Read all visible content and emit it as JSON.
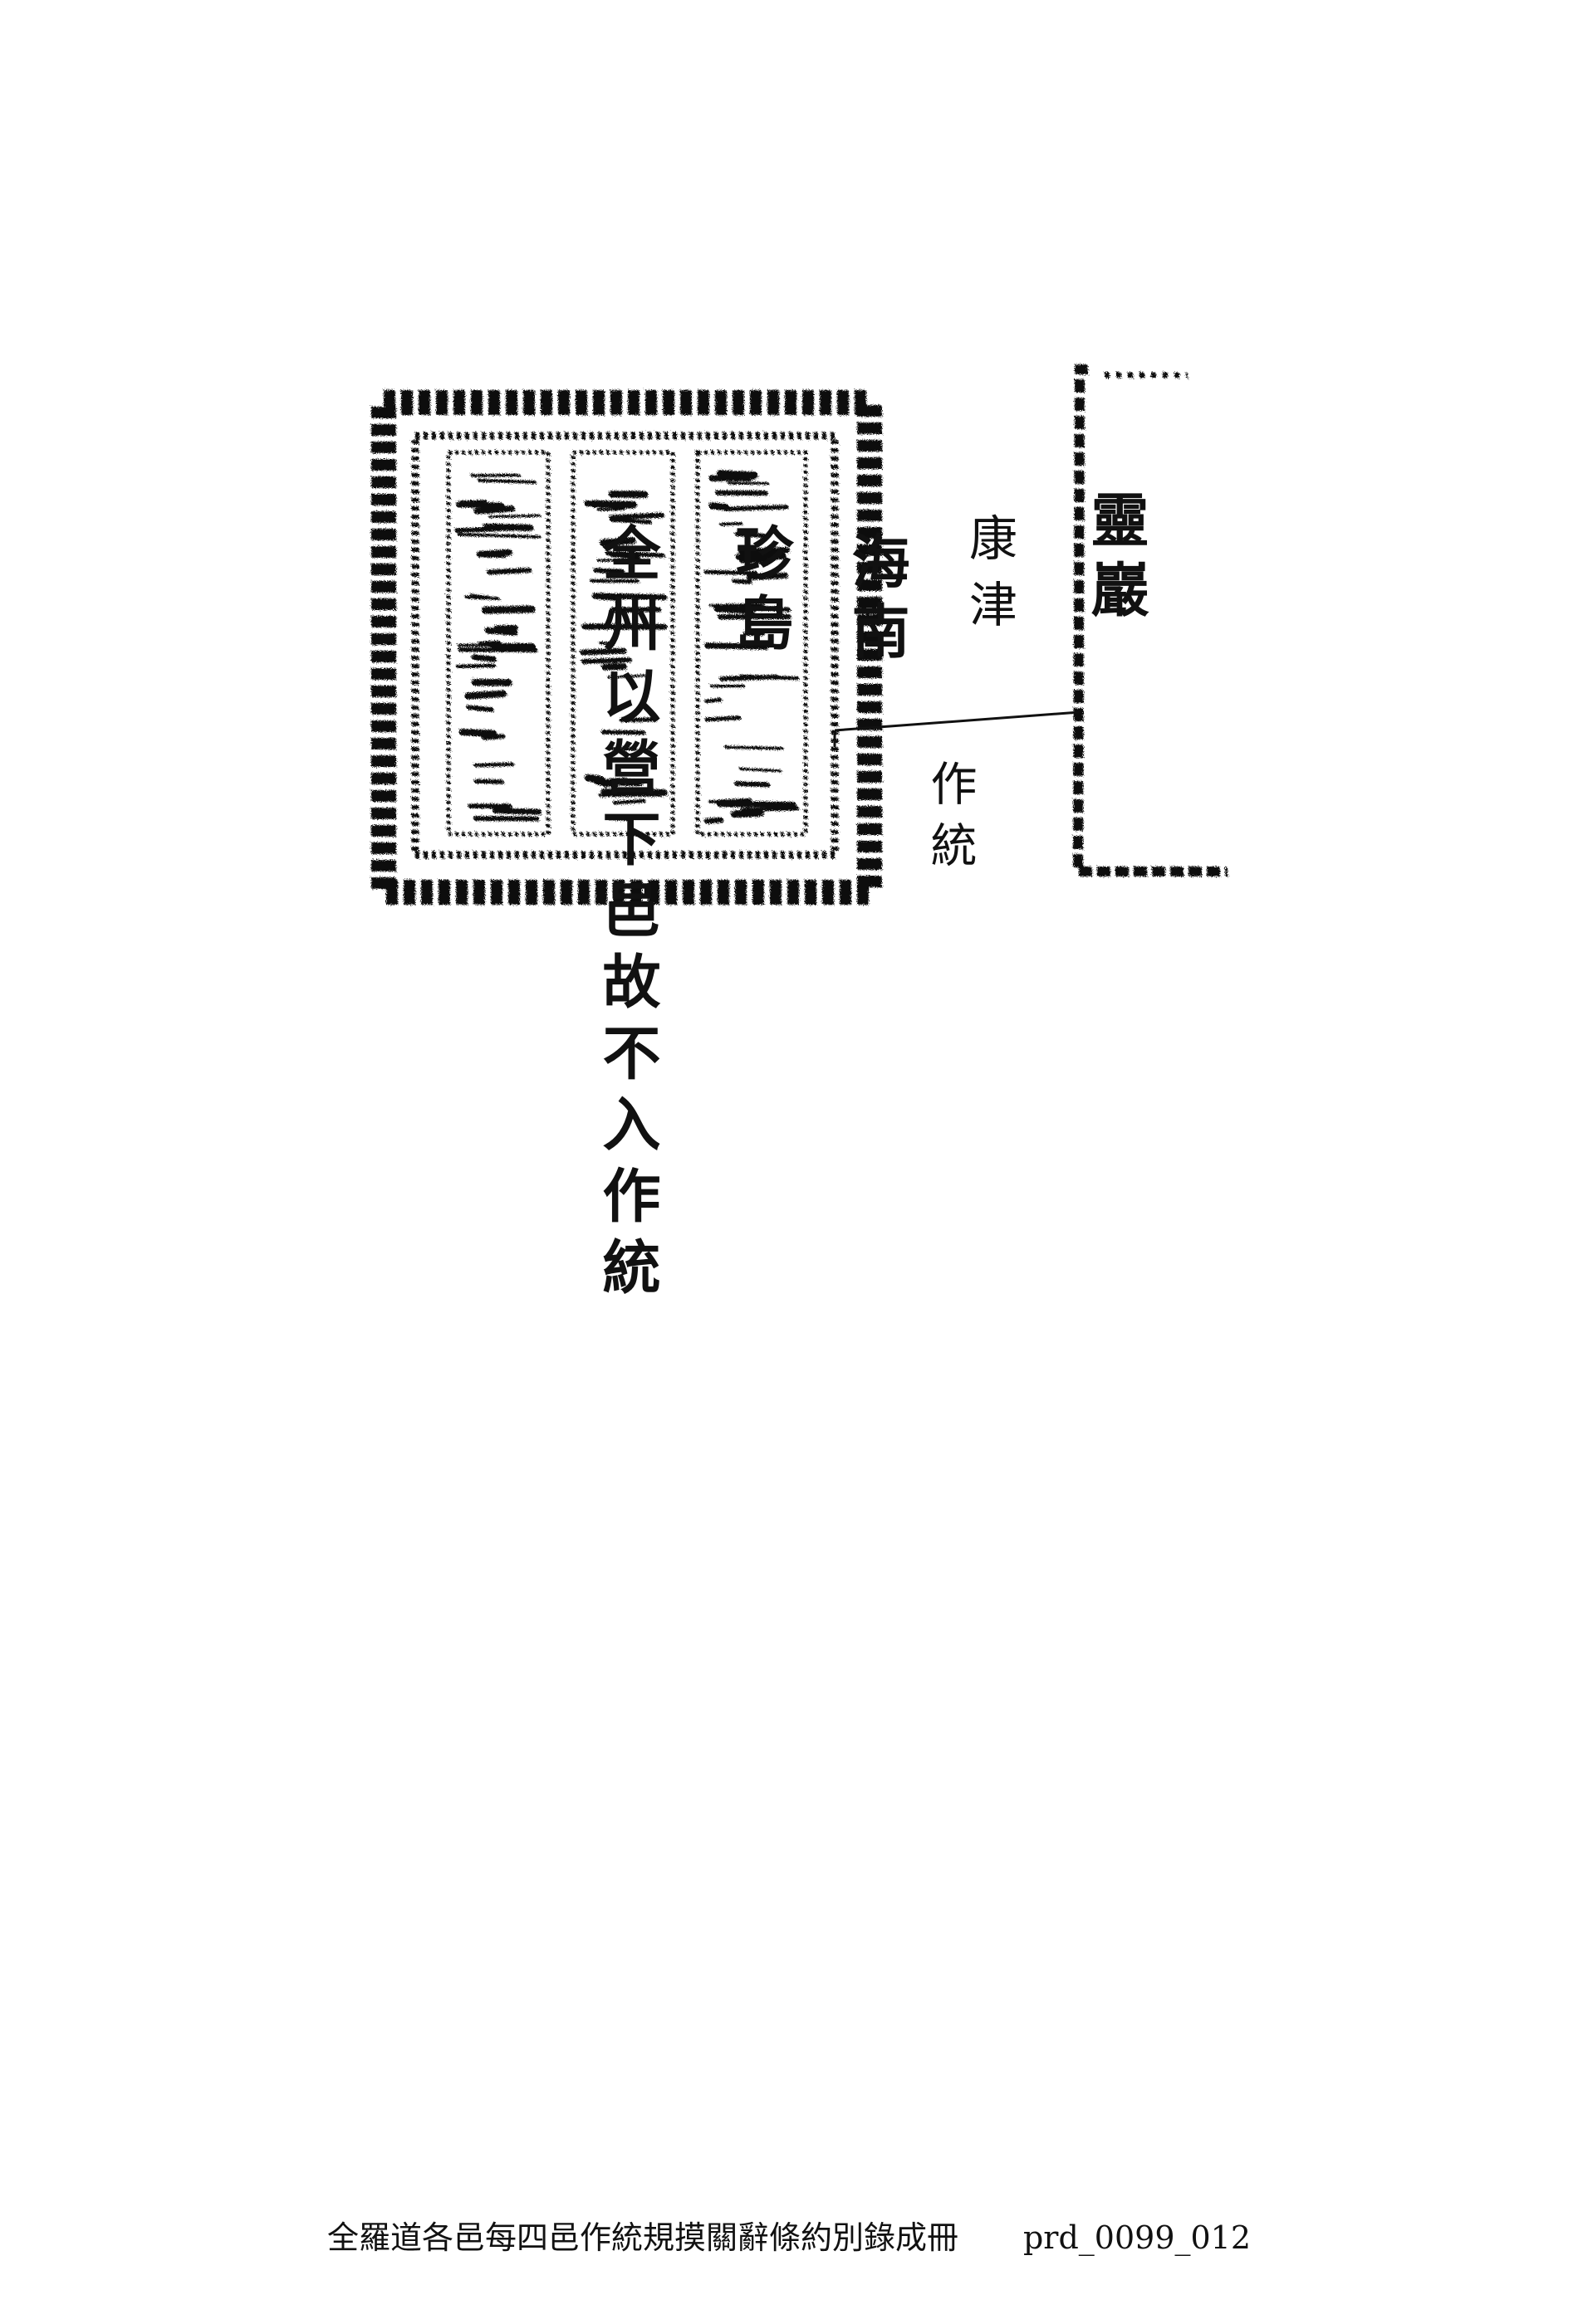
{
  "document": {
    "columns": {
      "jeonju": "全州以營下邑故不入作統",
      "jindo": "珍島",
      "haenam": "海南",
      "gangjin": "康津",
      "yeongam": "靈巖",
      "zuotong": "作統"
    }
  },
  "footer": {
    "title": "全羅道各邑每四邑作統規摸關辭條約別錄成冊",
    "code": "prd_0099_012"
  }
}
